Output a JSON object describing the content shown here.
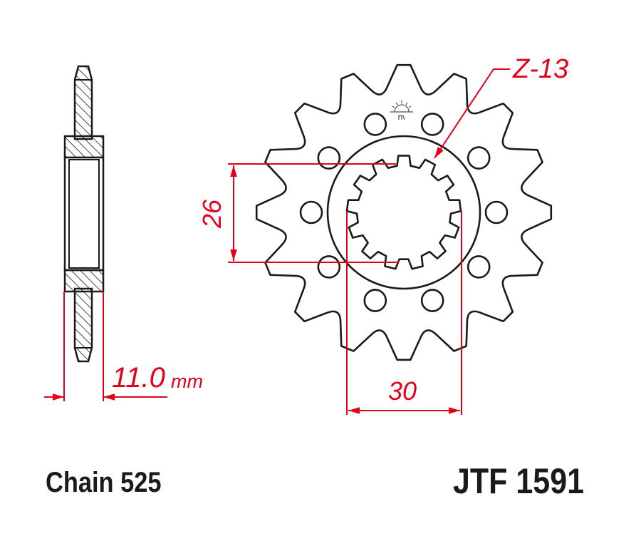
{
  "drawing": {
    "type": "front-sprocket-technical-drawing",
    "colors": {
      "outline": "#1a1a1a",
      "dimension": "#e3001b",
      "background": "#ffffff"
    },
    "side_view": {
      "thickness_value": "11.0",
      "thickness_unit": "mm"
    },
    "front_view": {
      "teeth_outer_count": 16,
      "spline_label": "Z-13",
      "spline_teeth": 13,
      "dim_vertical": "26",
      "dim_horizontal": "30",
      "logo_icon": "sun-logo-icon"
    },
    "footer": {
      "chain_label": "Chain 525",
      "part_number": "JTF 1591"
    }
  }
}
